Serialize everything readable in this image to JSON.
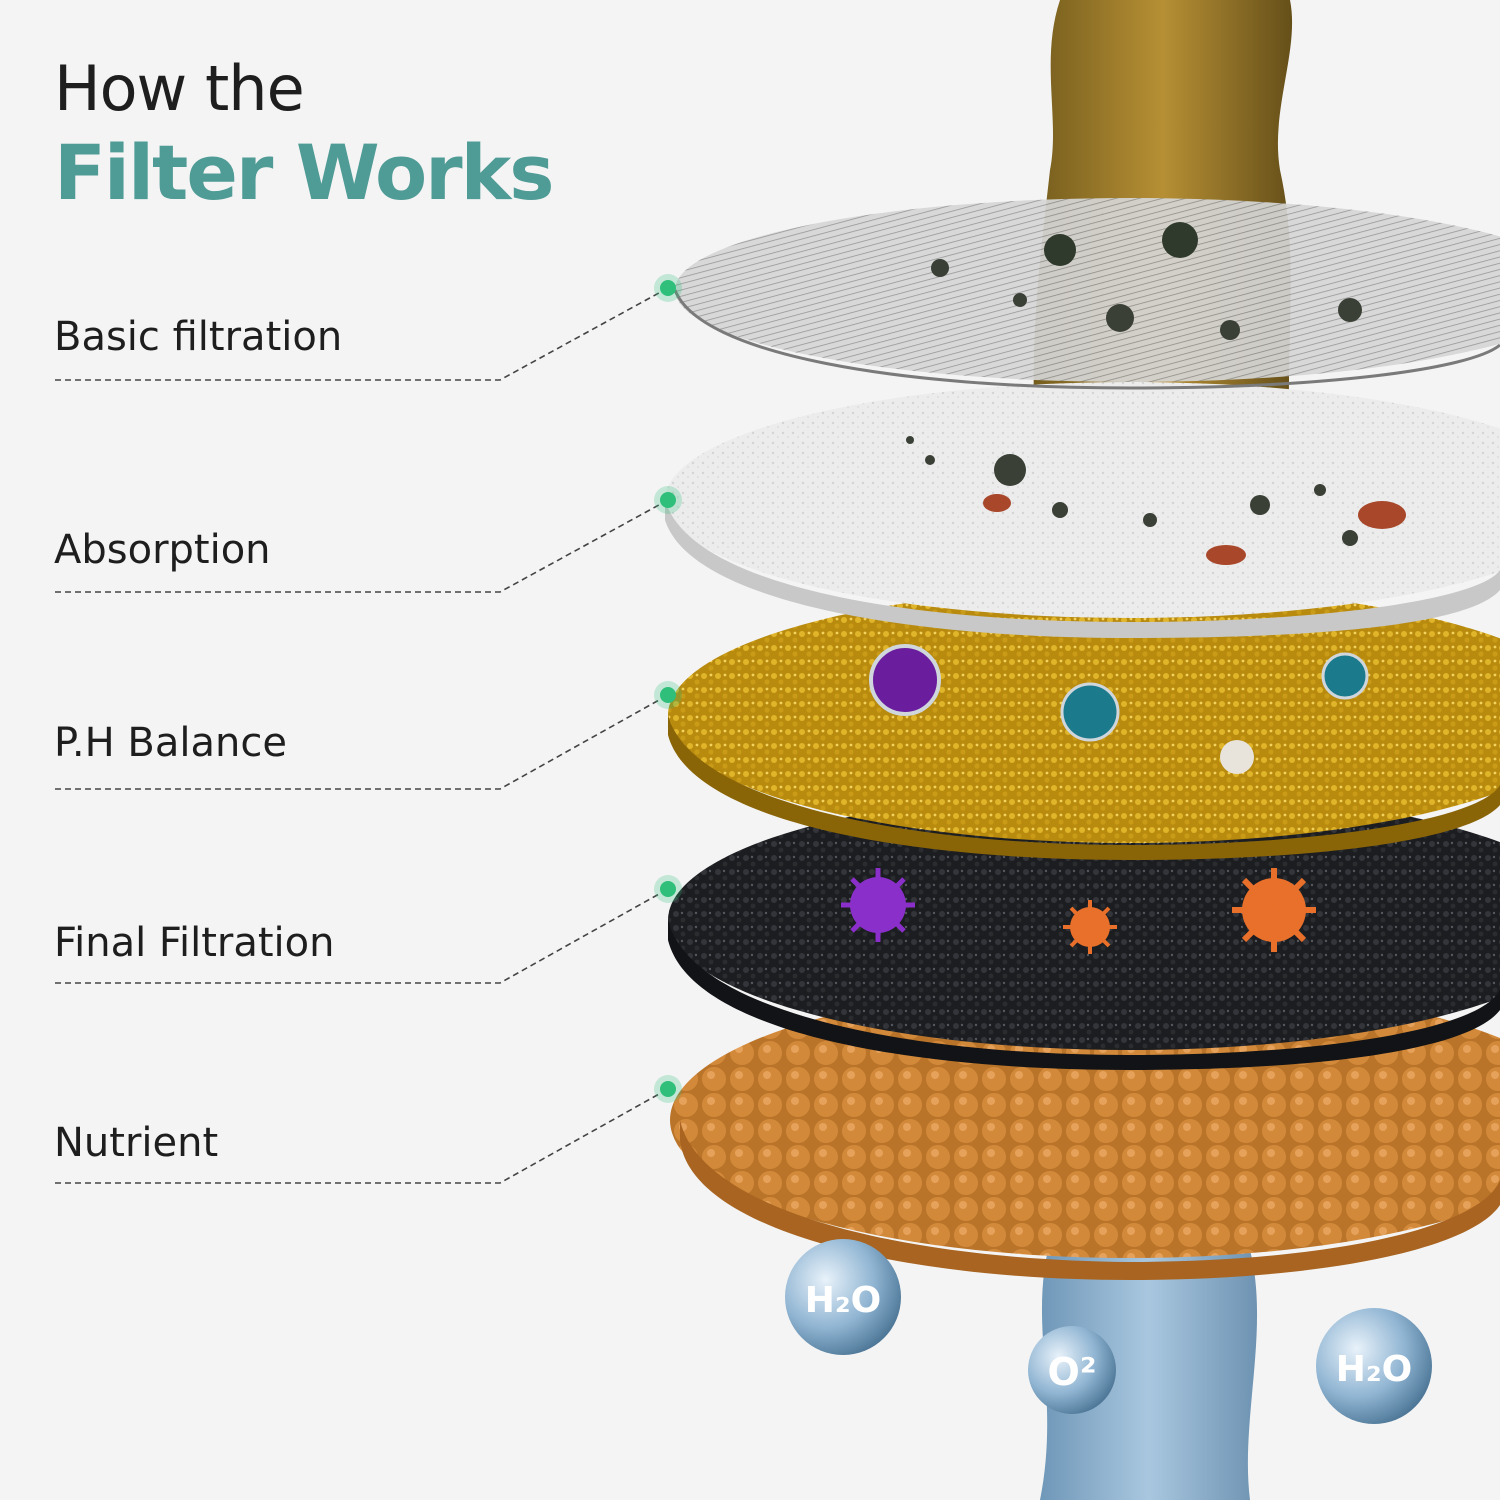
{
  "title": {
    "line1": "How the",
    "line2": "Filter Works"
  },
  "colors": {
    "accent": "#4f9b96",
    "marker": "#2fbf7a",
    "text": "#1e1e1e",
    "background": "#f4f4f4"
  },
  "layers": [
    {
      "label": "Basic filtration"
    },
    {
      "label": "Absorption"
    },
    {
      "label": "P.H Balance"
    },
    {
      "label": "Final Filtration"
    },
    {
      "label": "Nutrient"
    }
  ],
  "molecules": [
    "H₂O",
    "O²",
    "H₂O"
  ]
}
